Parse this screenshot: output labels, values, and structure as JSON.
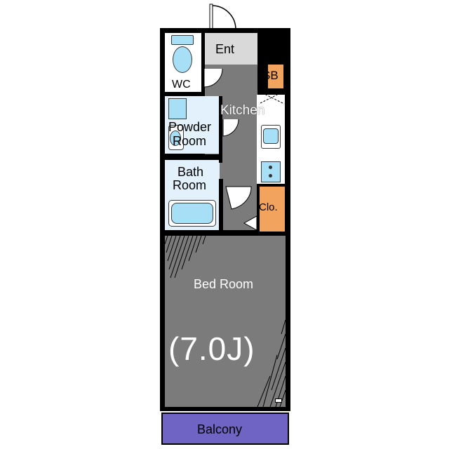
{
  "rooms": {
    "entrance": "Ent",
    "wc": "WC",
    "shoe_box": "SB",
    "kitchen": "Kitchen",
    "powder_room_line1": "Powder",
    "powder_room_line2": "Room",
    "bath_room_line1": "Bath",
    "bath_room_line2": "Room",
    "closet": "Clo.",
    "bed_room": "Bed Room",
    "bed_room_size": "(7.0J)",
    "balcony": "Balcony"
  },
  "colors": {
    "wall": "#000000",
    "floor_main": "#7b7b7b",
    "wet_area_floor": "#e2f1fb",
    "entrance_floor": "#d9d9d9",
    "fixtures": "#a7dff6",
    "storage": "#f2a35e",
    "balcony": "#6f63c4"
  }
}
